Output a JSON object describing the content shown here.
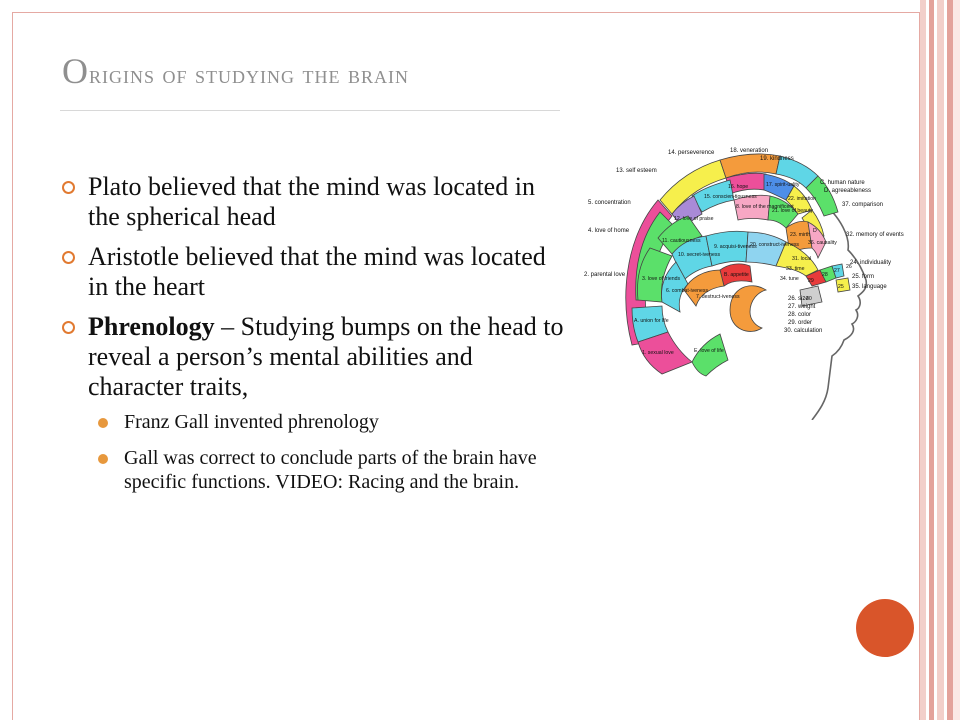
{
  "slide": {
    "title_first_letter": "O",
    "title_rest": "rigins of studying the brain",
    "bullets": [
      {
        "bold": "",
        "text": "Plato believed that the mind was located in the spherical head"
      },
      {
        "bold": "",
        "text": "Aristotle believed that the mind was located in the heart"
      },
      {
        "bold": "Phrenology",
        "text": " – Studying bumps on the head to reveal a person’s mental abilities and character traits,"
      }
    ],
    "sub_bullets": [
      "Franz Gall invented phrenology",
      "Gall was correct to conclude parts of the brain have specific functions. VIDEO: Racing and the brain."
    ]
  },
  "phrenology_map": {
    "labels": {
      "l14": "14. perseverence",
      "l18": "18. veneration",
      "l19": "19. kindness",
      "l13": "13. self esteem",
      "lC": "C. human nature",
      "lD2": "D. agreeableness",
      "l5": "5. concentration",
      "l37": "37. comparison",
      "l4": "4. love of home",
      "l32": "32. memory of events",
      "l2": "2. parental love",
      "l24": "24. individuality",
      "l25": "25. form",
      "l35": "35. language",
      "l26": "26. size",
      "l27": "27. weight",
      "l28": "28. color",
      "l29": "29. order",
      "l30": "30. calculation",
      "r16": "16. hope",
      "r15": "15. conscien-tiousness",
      "r17": "17. spirit-uality",
      "r22": "22. imitation",
      "rD": "D",
      "r12": "12. love of praise",
      "r8": "8. love of the magnificent",
      "r21": "21. love of beauty",
      "r23": "23. mirth",
      "r11": "11. cautiousness",
      "r36": "36. causality",
      "r10": "10. secret-iveness",
      "r9": "9. acquisi-tiveness",
      "r20": "20. construct-iveness",
      "r31": "31. local",
      "r33": "33. time",
      "r34": "34. tune",
      "r3": "3. love of friends",
      "r6": "6. combat-iveness",
      "r7": "7. destruct-iveness",
      "rB": "B. appetite",
      "rA": "A. union for life",
      "r1": "1. sexual love",
      "rE": "E. love of life",
      "n28": "28",
      "n27": "27",
      "n26": "26",
      "n29": "29",
      "n30": "30",
      "n25": "25"
    },
    "colors": {
      "magenta": "#ec4f9a",
      "pink": "#f7a7c4",
      "green": "#5be06a",
      "cyan": "#5fd6e6",
      "yellow": "#f6ef4c",
      "orange": "#f49b3c",
      "purple": "#a98ad7",
      "blue": "#4d8ee8",
      "lightblue": "#8fd4f0",
      "red": "#e83b3b",
      "gray": "#cfcfcf"
    }
  }
}
